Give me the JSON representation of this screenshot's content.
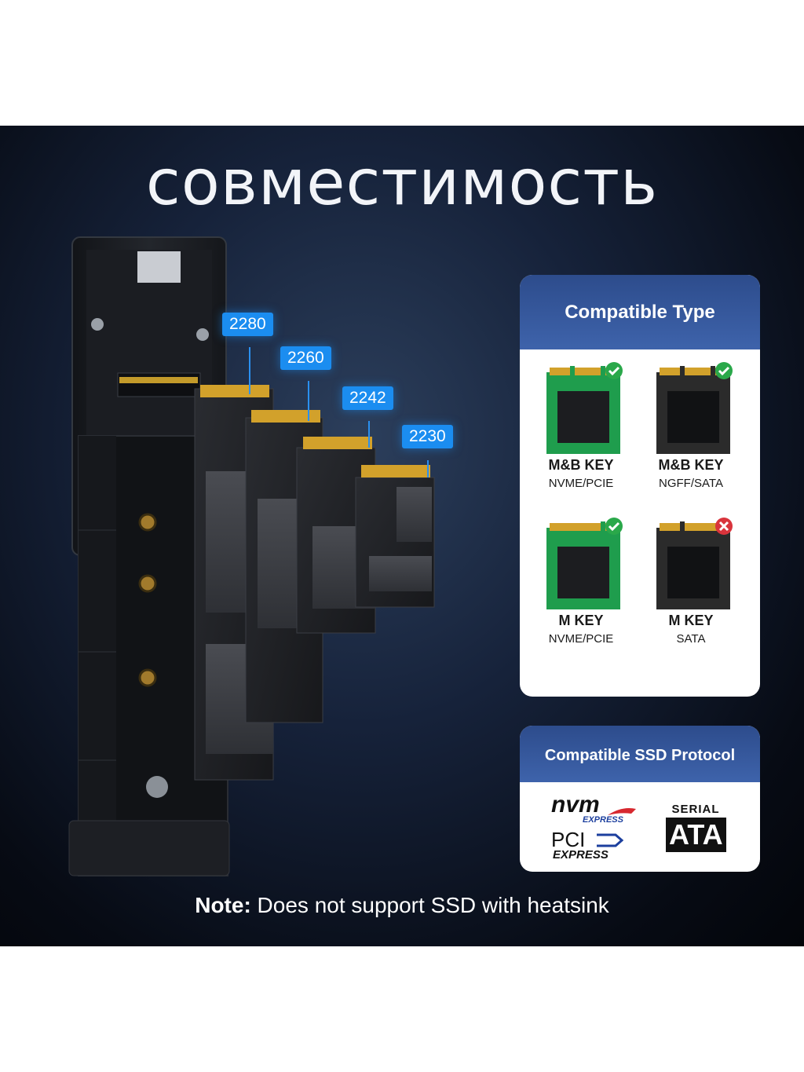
{
  "title": "совместимость",
  "sizes": [
    "2280",
    "2260",
    "2242",
    "2230"
  ],
  "compatible_type": {
    "heading": "Compatible Type",
    "items": [
      {
        "key": "M&B KEY",
        "interface": "NVME/PCIE",
        "supported": true,
        "board_color": "#1f9d4d"
      },
      {
        "key": "M&B KEY",
        "interface": "NGFF/SATA",
        "supported": true,
        "board_color": "#2b2b2b"
      },
      {
        "key": "M KEY",
        "interface": "NVME/PCIE",
        "supported": true,
        "board_color": "#1f9d4d"
      },
      {
        "key": "M KEY",
        "interface": "SATA",
        "supported": false,
        "board_color": "#2b2b2b"
      }
    ]
  },
  "protocol": {
    "heading": "Compatible SSD Protocol",
    "nvm_logo": "nvm",
    "nvm_express": "EXPRESS",
    "pci_logo": "PCI",
    "pci_express": "EXPRESS",
    "serial": "SERIAL",
    "ata": "ATA"
  },
  "note": {
    "label": "Note:",
    "text": " Does not support SSD with heatsink"
  },
  "colors": {
    "tag_blue": "#1b8df0",
    "header_blue": "#3e63ab",
    "check_green": "#2aa84a",
    "cross_red": "#d9343c"
  }
}
